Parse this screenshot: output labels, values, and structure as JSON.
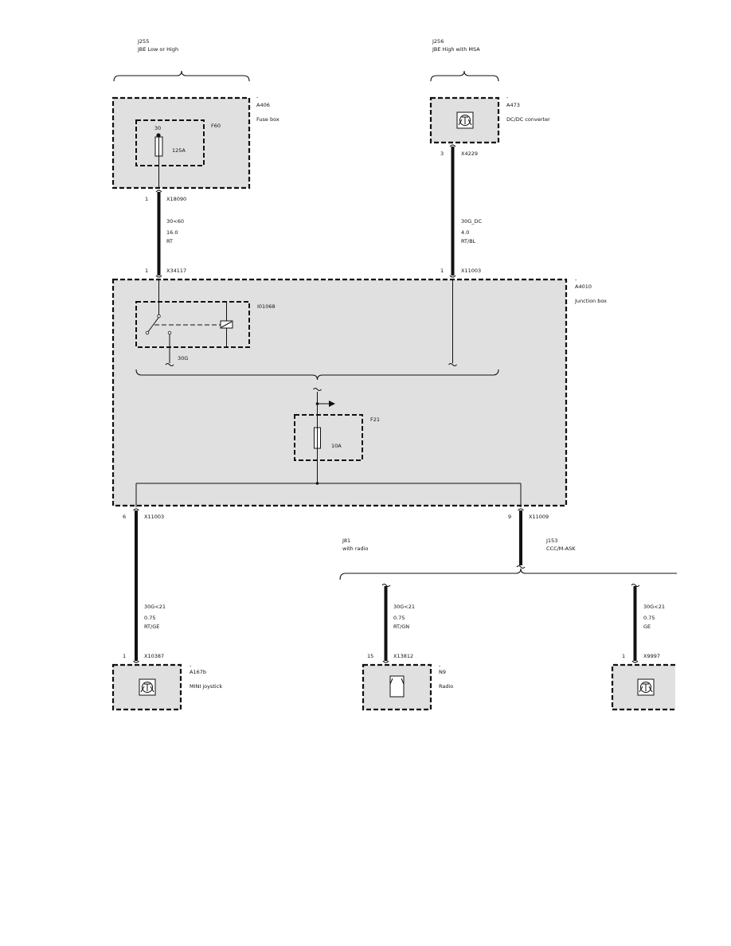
{
  "variants": {
    "j255": {
      "code": "J255",
      "label": "JBE Low or High"
    },
    "j256": {
      "code": "J256",
      "label": "JBE High with MSA"
    },
    "j81": {
      "code": "J81",
      "label": "with radio"
    },
    "j153": {
      "code": "J153",
      "label": "CCC/M-ASK"
    }
  },
  "components": {
    "a406": {
      "mark": "-",
      "id": "A406",
      "name": "Fuse box"
    },
    "a473": {
      "mark": "-",
      "id": "A473",
      "name": "DC/DC converter"
    },
    "a4010": {
      "mark": "-",
      "id": "A4010",
      "name": "Junction box"
    },
    "a167b": {
      "mark": "-",
      "id": "A167b",
      "name": "MINI joystick"
    },
    "n9": {
      "mark": "-",
      "id": "N9",
      "name": "Radio"
    },
    "x9997_device": {
      "mark": "",
      "id": "",
      "name": ""
    }
  },
  "fuses": {
    "f60": {
      "id": "F60",
      "terminal": "30",
      "rating": "125A"
    },
    "f21": {
      "id": "F21",
      "rating": "10A"
    }
  },
  "relay": {
    "id": "I01068",
    "output": "30G"
  },
  "connectors": {
    "x18090": {
      "pin": "1",
      "id": "X18090"
    },
    "x34117": {
      "pin": "1",
      "id": "X34117"
    },
    "x4229": {
      "pin": "3",
      "id": "X4229"
    },
    "x11003_top": {
      "pin": "1",
      "id": "X11003"
    },
    "x11003_bot": {
      "pin": "6",
      "id": "X11003"
    },
    "x11009": {
      "pin": "9",
      "id": "X11009"
    },
    "x10387": {
      "pin": "1",
      "id": "X10387"
    },
    "x13812": {
      "pin": "15",
      "id": "X13812"
    },
    "x9997": {
      "pin": "1",
      "id": "X9997"
    }
  },
  "wires": {
    "w1": {
      "signal": "30<60",
      "size": "16.0",
      "color": "RT"
    },
    "w2": {
      "signal": "30G_DC",
      "size": "4.0",
      "color": "RT/BL"
    },
    "w3": {
      "signal": "30G<21",
      "size": "0.75",
      "color": "RT/GE"
    },
    "w4": {
      "signal": "30G<21",
      "size": "0.75",
      "color": "RT/GN"
    },
    "w5": {
      "signal": "30G<21",
      "size": "0.75",
      "color": "GE"
    }
  },
  "colors": {
    "box_fill": "#e0e0e0",
    "line": "#111111"
  }
}
